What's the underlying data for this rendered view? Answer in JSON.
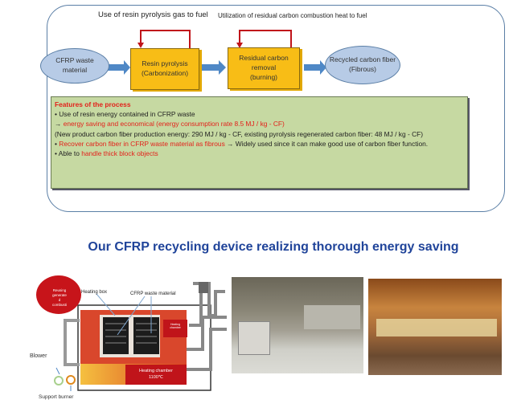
{
  "flow": {
    "caption_left": "Use of resin pyrolysis gas to fuel",
    "caption_right": "Utilization of residual carbon combustion heat to fuel",
    "input": [
      "CFRP waste",
      "material"
    ],
    "step1": [
      "Resin pyrolysis",
      "(Carbonization)"
    ],
    "step2": [
      "Residual carbon removal",
      "(burning)"
    ],
    "output": [
      "Recycled carbon fiber",
      "(Fibrous)"
    ]
  },
  "features": {
    "heading": "Features of the process",
    "line1": "• Use of resin energy contained in CFRP waste",
    "line2_arrow": "→ ",
    "line2": "energy saving and economical (energy consumption rate 8.5 MJ / kg - CF)",
    "line3": "(New product carbon fiber production energy: 290 MJ / kg - CF, existing pyrolysis regenerated carbon fiber: 48 MJ / kg - CF)",
    "line4_bullet": "• ",
    "line4_red": "Recover carbon fiber in CFRP waste material as fibrous",
    "line4_rest": " → Widely used since it can make good use of carbon fiber function.",
    "line5_prefix": "• Able to ",
    "line5_red": "handle thick block objects"
  },
  "title": "Our CFRP recycling device realizing thorough energy saving",
  "device": {
    "bubble": [
      "Reusing",
      "generate",
      "d",
      "combusti"
    ],
    "heating_box": "Heating box",
    "waste_material": "CFRP waste material",
    "heating_chamber_small": [
      "Heating",
      "chamber"
    ],
    "heating_chamber": [
      "Heating chamber",
      "1100℃"
    ],
    "blower": "Blower",
    "support_burner": "Support burner"
  },
  "colors": {
    "accent_red": "#e3211b",
    "title_blue": "#20449a",
    "box_yellow": "#f8bd16",
    "green_panel": "#c6d9a2"
  }
}
